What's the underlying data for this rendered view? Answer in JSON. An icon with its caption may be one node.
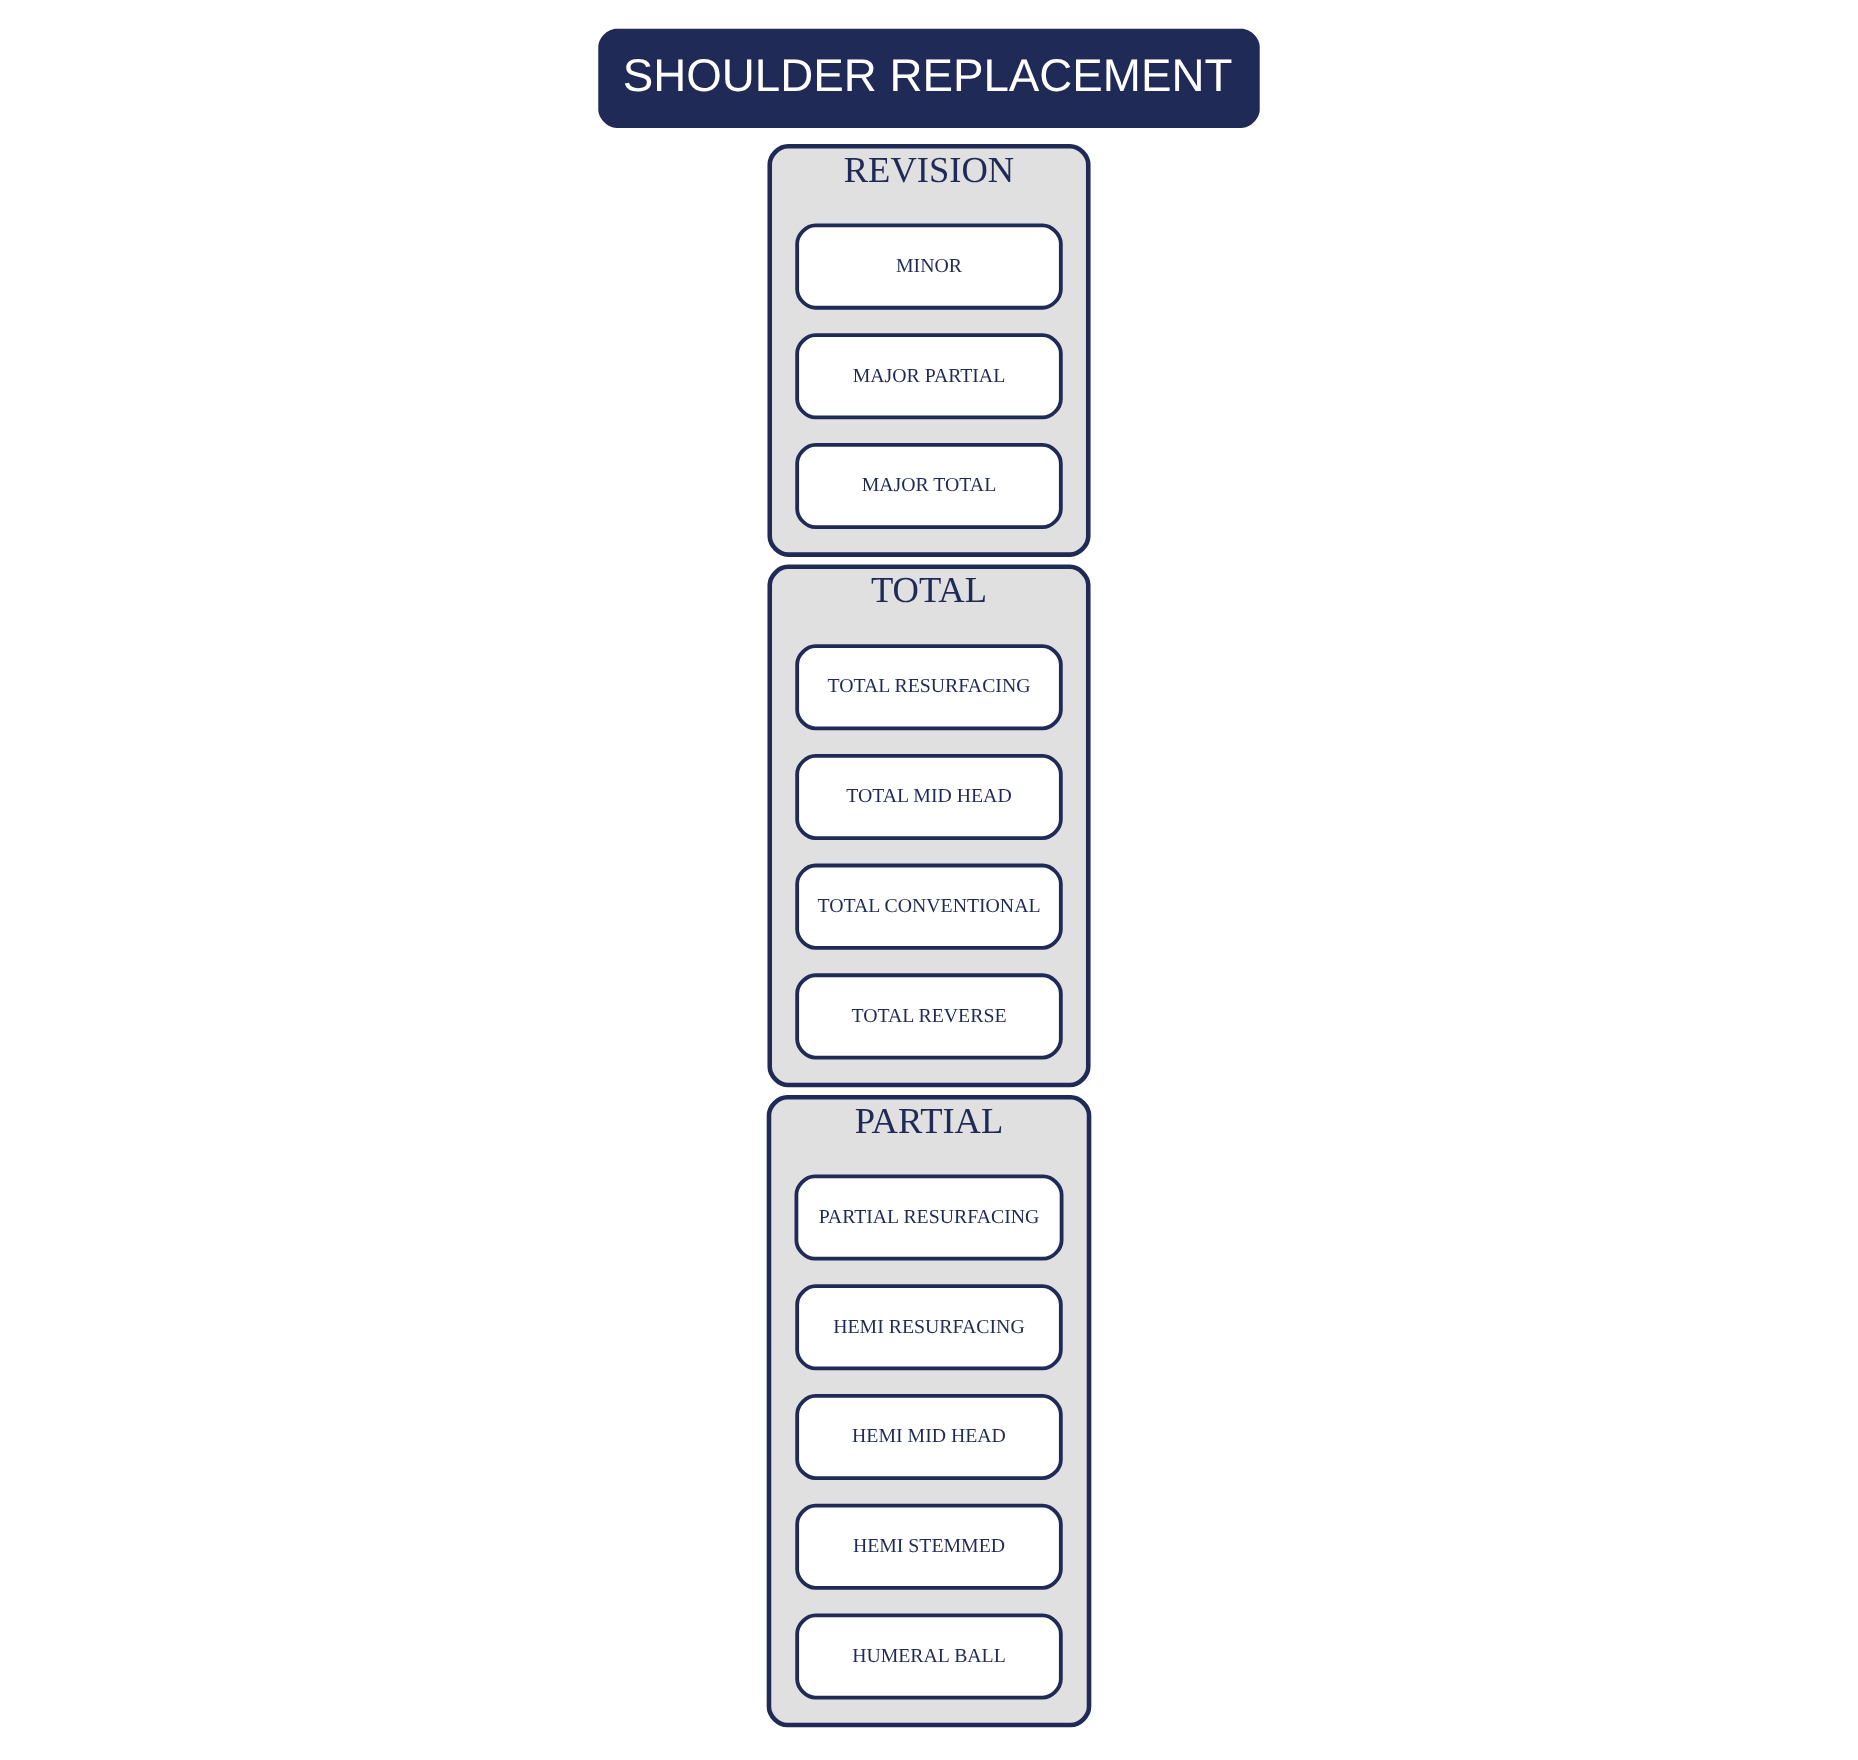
{
  "diagram": {
    "title": "SHOULDER REPLACEMENT",
    "nodes": [
      {
        "text": [
          "PARTIAL"
        ]
      },
      {
        "text": [
          "PARTIAL RESURFACING"
        ],
        "in": 0
      },
      {
        "text": [
          "HEMI RESURFACING"
        ],
        "in": 0
      },
      {
        "text": [
          "HEMI MID HEAD"
        ],
        "in": 0
      },
      {
        "text": [
          "HEMI STEMMED"
        ],
        "in": 0
      },
      {
        "text": [
          "HUMERAL BALL"
        ],
        "in": 0
      },
      {
        "text": [
          "TOTAL"
        ]
      },
      {
        "text": [
          "TOTAL RESURFACING"
        ],
        "in": 6
      },
      {
        "text": [
          "TOTAL MID HEAD"
        ],
        "in": 6
      },
      {
        "text": [
          "TOTAL CONVENTIONAL"
        ],
        "in": 6
      },
      {
        "text": [
          "TOTAL REVERSE"
        ],
        "in": 6
      },
      {
        "text": [
          "REVISION"
        ]
      },
      {
        "text": [
          "MINOR"
        ],
        "in": 11
      },
      {
        "text": [
          "MAJOR PARTIAL"
        ],
        "in": 11
      },
      {
        "text": [
          "MAJOR TOTAL"
        ],
        "in": 11
      }
    ],
    "edges": []
  }
}
